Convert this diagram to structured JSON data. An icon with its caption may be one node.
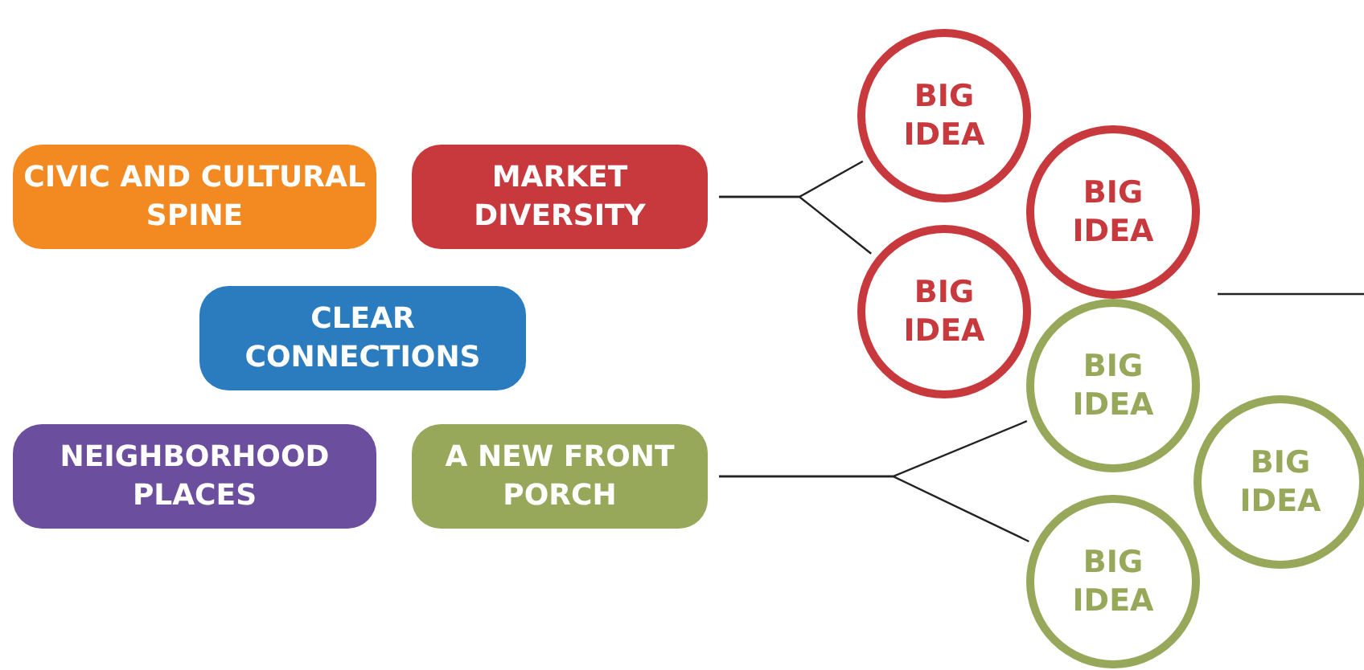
{
  "diagram": {
    "nodes": [
      {
        "text": [
          "CIVIC AND CULTURAL SPINE"
        ]
      },
      {
        "text": [
          "MARKET DIVERSITY"
        ]
      },
      {
        "text": [
          "CLEAR CONNECTIONS"
        ]
      },
      {
        "text": [
          "NEIGHBORHOOD PLACES"
        ]
      },
      {
        "text": [
          "A NEW FRONT PORCH"
        ]
      },
      {
        "text": [
          "BIG IDEA"
        ]
      },
      {
        "text": [
          "BIG IDEA"
        ]
      },
      {
        "text": [
          "BIG IDEA"
        ]
      },
      {
        "text": [
          "BIG IDEA"
        ]
      },
      {
        "text": [
          "BIG IDEA"
        ]
      },
      {
        "text": [
          "BIG IDEA"
        ]
      }
    ],
    "edges": [
      {
        "from": 1,
        "to": 5,
        "arrow": "none"
      },
      {
        "from": 1,
        "to": 7,
        "arrow": "none"
      },
      {
        "from": 4,
        "to": 8,
        "arrow": "none"
      },
      {
        "from": 4,
        "to": 10,
        "arrow": "none"
      }
    ]
  }
}
